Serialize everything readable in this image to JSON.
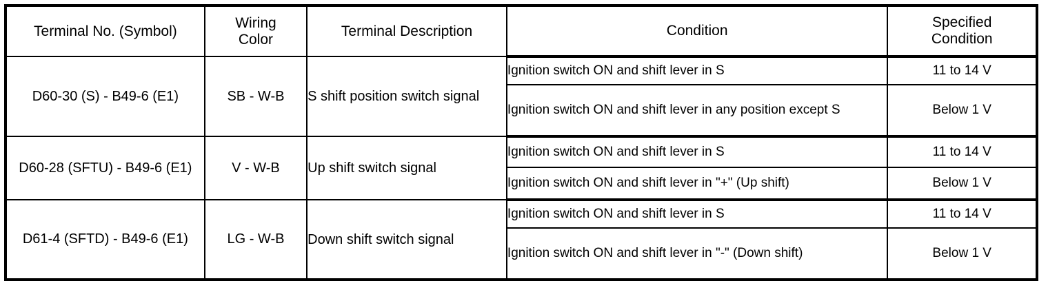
{
  "table": {
    "headers": [
      {
        "id": "terminal-no",
        "lines": [
          "Terminal No. (Symbol)"
        ]
      },
      {
        "id": "wiring-color",
        "lines": [
          "Wiring",
          "Color"
        ]
      },
      {
        "id": "terminal-desc",
        "lines": [
          "Terminal Description"
        ]
      },
      {
        "id": "condition",
        "lines": [
          "Condition"
        ]
      },
      {
        "id": "specified-condition",
        "lines": [
          "Specified",
          "Condition"
        ]
      }
    ],
    "rows": [
      {
        "terminal": "D60-30 (S) - B49-6 (E1)",
        "wiring_color": "SB - W-B",
        "description": "S shift position switch signal",
        "measurements": [
          {
            "condition": "Ignition switch ON and shift lever in S",
            "specified": "11 to 14 V"
          },
          {
            "condition": "Ignition switch ON and shift lever in any position except S",
            "specified": "Below 1 V"
          }
        ]
      },
      {
        "terminal": "D60-28 (SFTU) - B49-6 (E1)",
        "wiring_color": "V - W-B",
        "description": "Up shift switch signal",
        "measurements": [
          {
            "condition": "Ignition switch ON and shift lever in S",
            "specified": "11 to 14 V"
          },
          {
            "condition": "Ignition switch ON and shift lever in \"+\" (Up shift)",
            "specified": "Below 1 V"
          }
        ]
      },
      {
        "terminal": "D61-4 (SFTD) - B49-6 (E1)",
        "wiring_color": "LG - W-B",
        "description": "Down shift switch signal",
        "measurements": [
          {
            "condition": "Ignition switch ON and shift lever in S",
            "specified": "11 to 14 V"
          },
          {
            "condition": "Ignition switch ON and shift lever in \"-\" (Down shift)",
            "specified": "Below 1 V"
          }
        ]
      }
    ]
  },
  "colors": {
    "border": "#000000",
    "background": "#ffffff",
    "text": "#000000"
  }
}
